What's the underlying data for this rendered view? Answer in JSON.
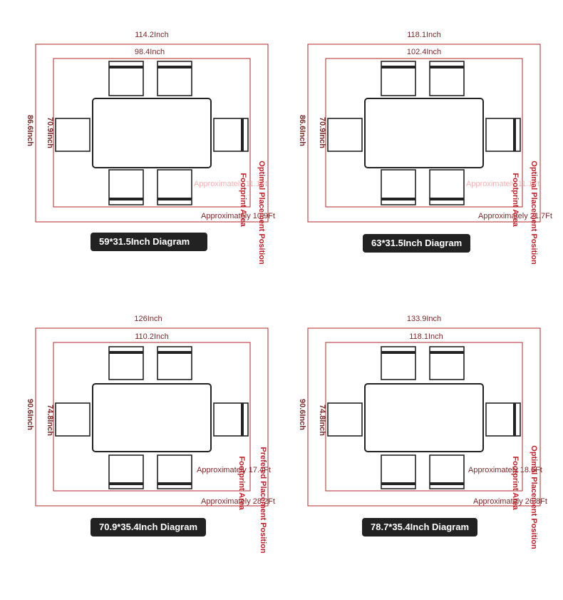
{
  "panels": [
    {
      "outer_width": "114.2Inch",
      "inner_width": "98.4Inch",
      "outer_height": "86.6Inch",
      "inner_height": "70.9Inch",
      "outer_area": "Approximately 10.9Ft",
      "inner_area": "Approximately 11.1Ft",
      "side_outer": "Optimal Placement Position",
      "side_inner": "Footprint Area",
      "caption": "59*31.5Inch Diagram"
    },
    {
      "outer_width": "118.1Inch",
      "inner_width": "102.4Inch",
      "outer_height": "86.6Inch",
      "inner_height": "70.9Inch",
      "outer_area": "Approximately 21.7Ft",
      "inner_area": "Approximately 11.1Ft",
      "side_outer": "Optimal Placement Position",
      "side_inner": "Footprint Area",
      "caption": "63*31.5Inch Diagram"
    },
    {
      "outer_width": "126Inch",
      "inner_width": "110.2Inch",
      "outer_height": "90.6Inch",
      "inner_height": "74.8Inch",
      "outer_area": "Approximately 28.2Ft",
      "inner_area": "Approximately 17.4Ft",
      "side_outer": "Prefered Placement Position",
      "side_inner": "Footprint Area",
      "caption": "70.9*35.4Inch Diagram"
    },
    {
      "outer_width": "133.9Inch",
      "inner_width": "118.1Inch",
      "outer_height": "90.6Inch",
      "inner_height": "74.8Inch",
      "outer_area": "Approximately 26.8Ft",
      "inner_area": "Approximately 18.6Ft",
      "side_outer": "Optimal Placement Position",
      "side_inner": "Footprint Area",
      "caption": "78.7*35.4Inch Diagram"
    }
  ],
  "colors": {
    "outer_line": "#b02a2a",
    "inner_line": "#b02a2a",
    "furniture": "#222222",
    "badge_bg": "#222222"
  }
}
